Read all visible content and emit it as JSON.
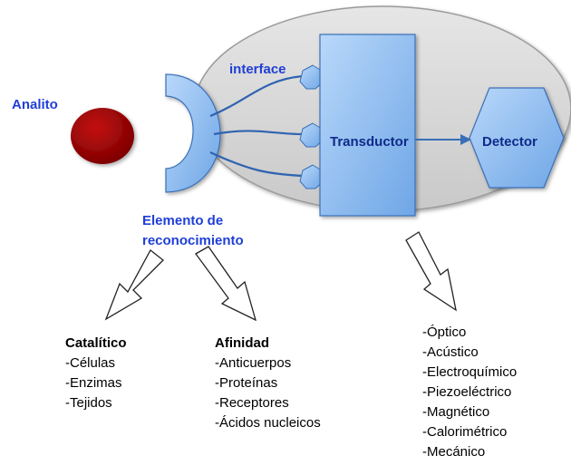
{
  "labels": {
    "analito": "Analito",
    "interface": "interface",
    "transductor": "Transductor",
    "detector": "Detector",
    "elemento_line1": "Elemento de",
    "elemento_line2": "reconocimiento"
  },
  "groups": {
    "catalitico": {
      "title": "Catalítico",
      "items": [
        "-Células",
        "-Enzimas",
        "-Tejidos"
      ]
    },
    "afinidad": {
      "title": "Afinidad",
      "items": [
        "-Anticuerpos",
        "-Proteínas",
        "-Receptores",
        "-Ácidos nucleicos"
      ]
    },
    "transducer_types": {
      "items": [
        "-Óptico",
        "-Acústico",
        "-Electroquímico",
        "-Piezoeléctrico",
        "-Magnético",
        "-Calorimétrico",
        "-Mecánico"
      ]
    }
  },
  "colors": {
    "label_blue": "#1f3fd6",
    "ellipse_fill": "#dcdcdc",
    "block_blue": "#8fbdf0",
    "analyte_red": "#a00000"
  }
}
